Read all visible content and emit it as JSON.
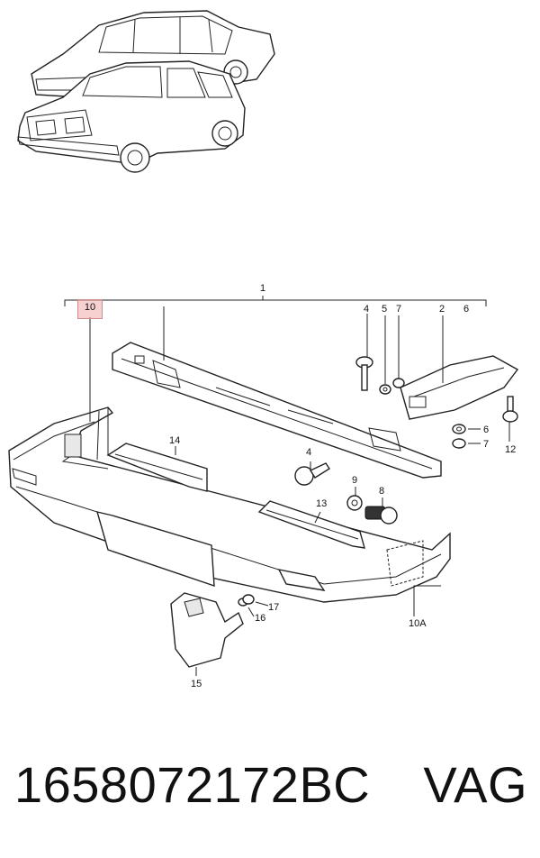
{
  "callouts": {
    "c1": "1",
    "c2": "2",
    "c4a": "4",
    "c4b": "4",
    "c5": "5",
    "c6a": "6",
    "c6b": "6",
    "c7a": "7",
    "c7b": "7",
    "c8": "8",
    "c9": "9",
    "c10": "10",
    "c10A": "10A",
    "c12": "12",
    "c13": "13",
    "c14": "14",
    "c15": "15",
    "c16": "16",
    "c17": "17"
  },
  "highlighted_callout": "10",
  "footer": {
    "part_number": "1658072172BC",
    "brand": "VAG"
  }
}
